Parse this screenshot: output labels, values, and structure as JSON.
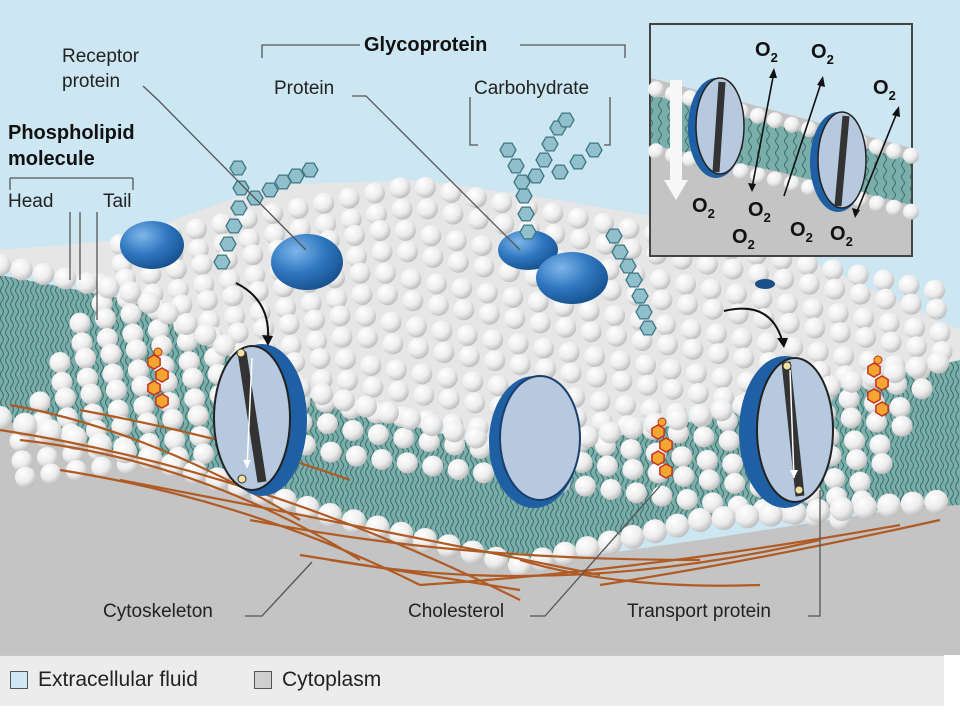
{
  "labels": {
    "receptor_line1": "Receptor",
    "receptor_line2": "protein",
    "glycoprotein": "Glycoprotein",
    "protein": "Protein",
    "carbohydrate": "Carbohydrate",
    "phospholipid_line1": "Phospholipid",
    "phospholipid_line2": "molecule",
    "head": "Head",
    "tail": "Tail",
    "cytoskeleton": "Cytoskeleton",
    "cholesterol": "Cholesterol",
    "transport_protein": "Transport protein"
  },
  "inset": {
    "o2_main": "O",
    "o2_sub": "2"
  },
  "legend": {
    "extracellular": {
      "label": "Extracellular fluid",
      "color": "#cfe8f3"
    },
    "cytoplasm": {
      "label": "Cytoplasm",
      "color": "#cfcfcf"
    }
  },
  "colors": {
    "background_top": "#cce6f2",
    "background_bottom": "#c4c4c4",
    "membrane_core": "#7aaeaa",
    "head_sphere": "#f2f2f2",
    "protein_blue": "#2a6fb5",
    "protein_pale": "#b7c9de",
    "glyco_chain": "#8fc0cc",
    "cholesterol": "#f3a632",
    "cytoskeleton": "#b05a24"
  }
}
